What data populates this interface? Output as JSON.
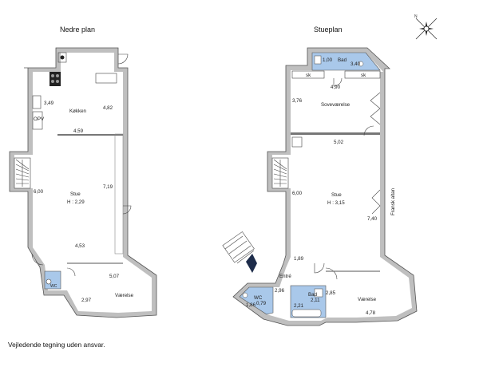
{
  "titles": {
    "lower": "Nedre plan",
    "main": "Stueplan"
  },
  "footer": "Vejledende tegning uden ansvar.",
  "lower": {
    "kitchen": "Køkken",
    "opv": "OPV",
    "dim_349": "3,49",
    "dim_482": "4,82",
    "dim_459": "4,59",
    "living": "Stue",
    "living_height": "H : 2,29",
    "dim_600": "6,00",
    "dim_719": "7,19",
    "dim_453": "4,53",
    "dim_507": "5,07",
    "room": "Værelse",
    "dim_297": "2,97",
    "wc": "WC"
  },
  "main": {
    "bath_top": "Bad",
    "dim_100": "1,00",
    "dim_340": "3,40",
    "sk_left": "sk",
    "sk_right": "sk",
    "dim_490": "4,90",
    "bedroom": "Soveværelse",
    "dim_376": "3,76",
    "dim_502": "5,02",
    "living": "Stue",
    "living_height": "H : 3,15",
    "dim_600": "6,00",
    "dim_740": "7,40",
    "balcony": "Fransk altan",
    "dim_189": "1,89",
    "entry": "Entré",
    "dim_296": "2,96",
    "wc": "WC",
    "dim_186": "1,86",
    "dim_079": "0,79",
    "bath_bottom": "Bad",
    "dim_211": "2,11",
    "dim_221": "2,21",
    "dim_285": "2,85",
    "room": "Værelse",
    "dim_478": "4,78"
  }
}
